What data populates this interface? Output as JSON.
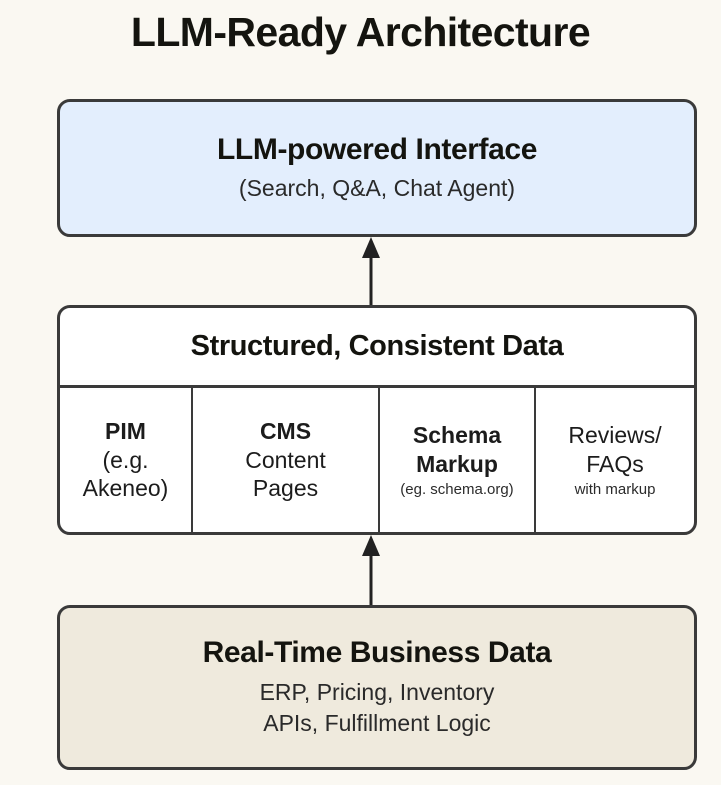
{
  "title": "LLM-Ready Architecture",
  "colors": {
    "background": "#faf8f2",
    "interface_fill": "#e3eefd",
    "structured_fill": "#ffffff",
    "business_fill": "#efeadd",
    "stroke": "#3a3a3a",
    "text": "#14140f"
  },
  "nodes": {
    "interface": {
      "heading": "LLM-powered Interface",
      "subtitle": "(Search, Q&A, Chat Agent)"
    },
    "structured": {
      "heading": "Structured, Consistent Data",
      "columns": [
        {
          "lines": [
            "PIM",
            "(e.g.",
            "Akeneo)"
          ],
          "note": ""
        },
        {
          "lines": [
            "CMS",
            "Content",
            "Pages"
          ],
          "note": ""
        },
        {
          "lines": [
            "Schema",
            "Markup"
          ],
          "note": "(eg. schema.org)"
        },
        {
          "lines": [
            "Reviews/",
            "FAQs"
          ],
          "note": "with markup"
        }
      ]
    },
    "business": {
      "heading": "Real-Time Business Data",
      "subtitle_line1": "ERP, Pricing, Inventory",
      "subtitle_line2": "APIs, Fulfillment Logic"
    }
  },
  "arrows": [
    {
      "name": "structured-to-interface",
      "from": "Structured, Consistent Data",
      "to": "LLM-powered Interface",
      "direction": "up"
    },
    {
      "name": "business-to-structured",
      "from": "Real-Time Business Data",
      "to": "Structured, Consistent Data",
      "direction": "up"
    }
  ]
}
